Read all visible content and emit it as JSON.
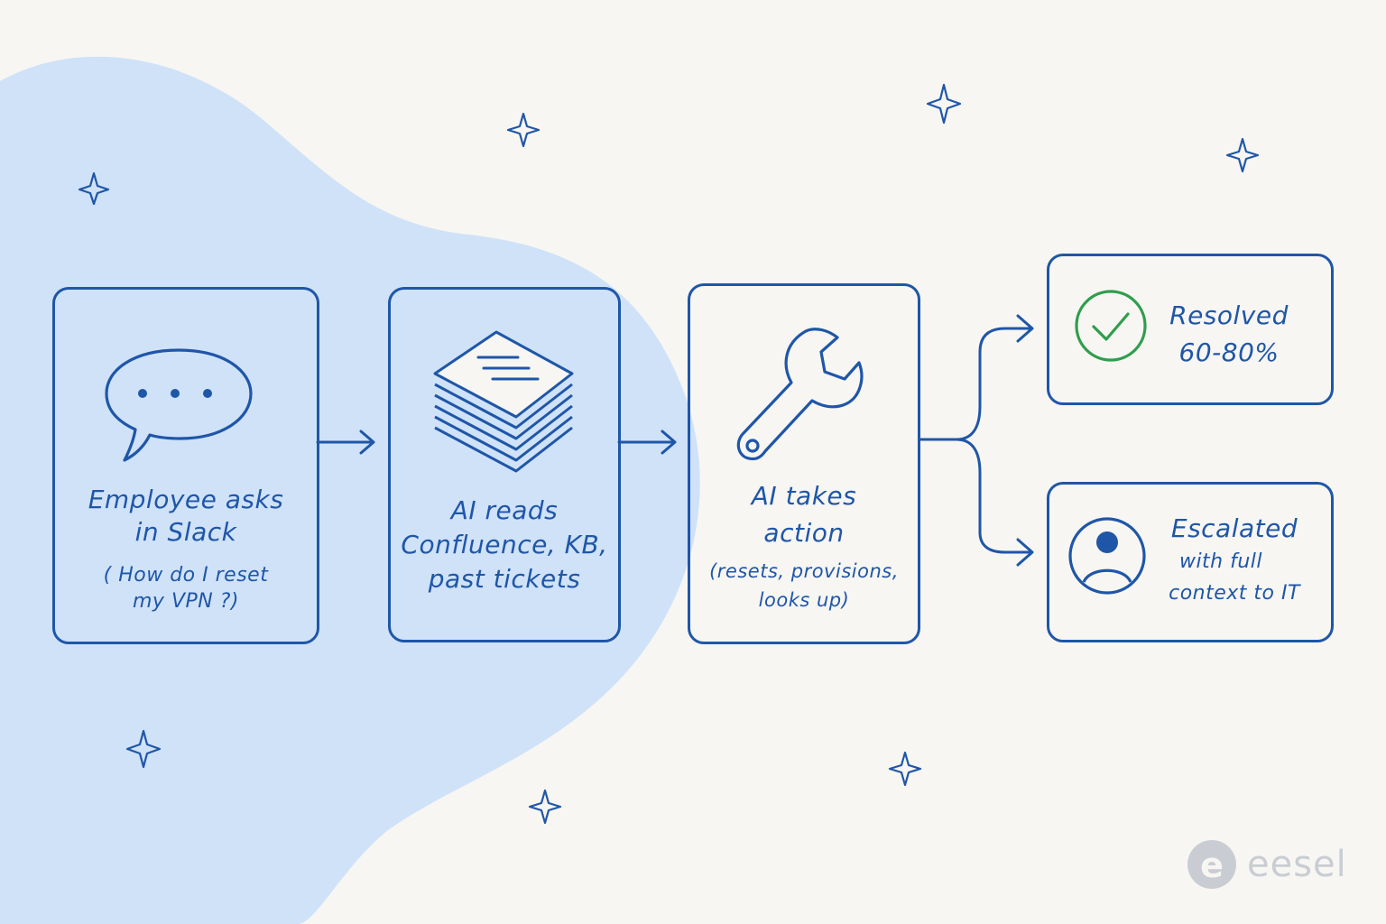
{
  "colors": {
    "stroke": "#1f56a8",
    "blob": "#cfe2f8",
    "background": "#f7f6f2",
    "check": "#2e9e4d",
    "logo": "#c9cdd3"
  },
  "steps": [
    {
      "id": "ask",
      "icon": "speech-bubble-icon",
      "lines": [
        "Employee asks",
        "in Slack"
      ],
      "sub": [
        "( How do I reset",
        "my VPN ?)"
      ]
    },
    {
      "id": "read",
      "icon": "document-stack-icon",
      "lines": [
        "AI reads",
        "Confluence, KB,",
        "past tickets"
      ],
      "sub": []
    },
    {
      "id": "act",
      "icon": "wrench-icon",
      "lines": [
        "AI takes",
        "action"
      ],
      "sub": [
        "(resets, provisions,",
        "looks up)"
      ]
    }
  ],
  "outcomes": [
    {
      "id": "resolved",
      "icon": "check-circle-icon",
      "lines": [
        "Resolved",
        "60-80%"
      ]
    },
    {
      "id": "escalated",
      "icon": "user-icon",
      "lines": [
        "Escalated",
        "with full",
        "context to IT"
      ]
    }
  ],
  "logo": {
    "text": "eesel",
    "letter": "e"
  }
}
